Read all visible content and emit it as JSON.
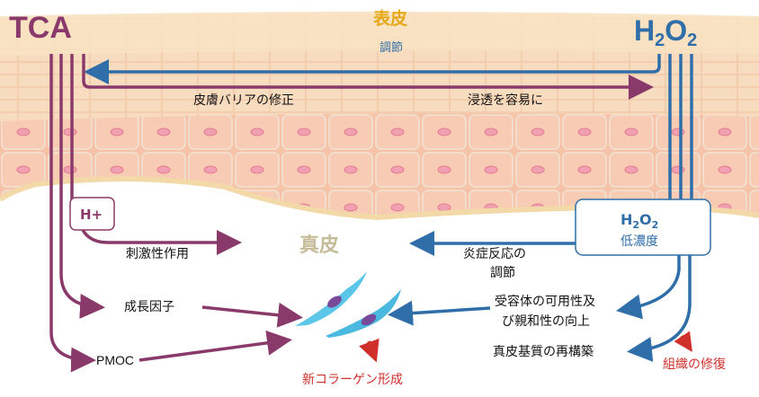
{
  "title_left": "TCA",
  "title_right": {
    "h": "H",
    "sub1": "2",
    "o": "O",
    "sub2": "2"
  },
  "epidermis": {
    "label": "表皮",
    "sub": "調節"
  },
  "dermis_label": "真皮",
  "top_arrows": {
    "left": "皮膚バリアの修正",
    "right": "浸透を容易に"
  },
  "tca_box": "H+",
  "tca_effects": [
    "刺激性作用",
    "成長因子",
    "PMOC"
  ],
  "h2o2_box": {
    "h": "H",
    "sub1": "2",
    "o": "O",
    "sub2": "2",
    "label": "低濃度"
  },
  "h2o2_effects": {
    "inflammation": [
      "炎症反応の",
      "調節"
    ],
    "receptor": [
      "受容体の可用性及",
      "び親和性の向上"
    ],
    "matrix": "真皮基質の再構築"
  },
  "results": {
    "collagen": "新コラーゲン形成",
    "repair": "組織の修復"
  },
  "colors": {
    "tca": "#8a3a6a",
    "h2o2": "#2f6ea8",
    "result": "#d0302a",
    "epidermis": "#e6a817",
    "dermis": "#c5bd9a"
  }
}
